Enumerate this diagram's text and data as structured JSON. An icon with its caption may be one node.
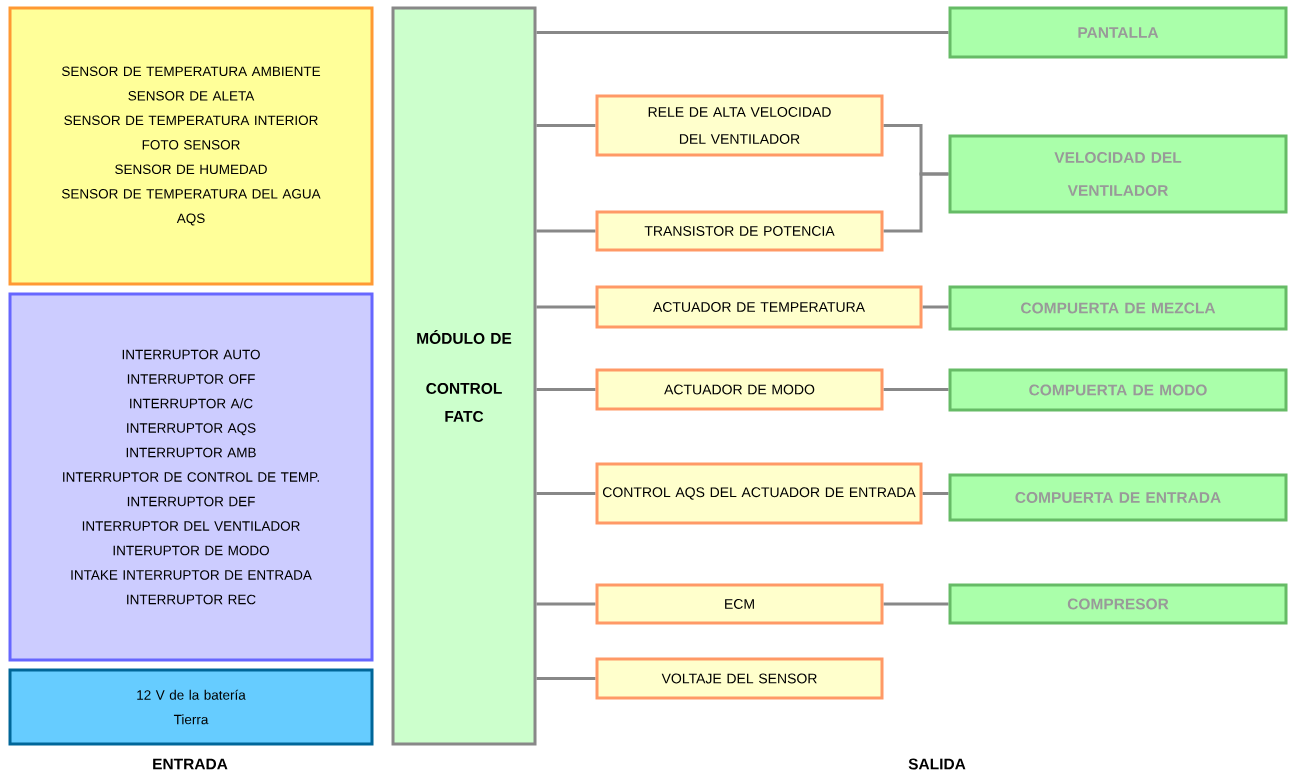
{
  "diagram": {
    "nodes": [
      {
        "text": [
          "SENSOR DE TEMPERATURA AMBIENTE",
          "SENSOR DE ALETA",
          "SENSOR DE TEMPERATURA INTERIOR",
          "FOTO SENSOR",
          "SENSOR DE HUMEDAD",
          "SENSOR DE TEMPERATURA DEL AGUA",
          "AQS"
        ]
      },
      {
        "text": [
          "INTERRUPTOR AUTO",
          "INTERRUPTOR OFF",
          "INTERRUPTOR A/C",
          "INTERRUPTOR AQS",
          "INTERRUPTOR AMB",
          "INTERRUPTOR DE CONTROL DE TEMP.",
          "INTERRUPTOR DEF",
          "INTERRUPTOR DEL VENTILADOR",
          "INTERUPTOR DE MODO",
          "INTAKE INTERRUPTOR DE ENTRADA",
          "INTERRUPTOR REC"
        ]
      },
      {
        "text": [
          "12 V de la batería",
          "Tierra"
        ]
      },
      {
        "text": [
          "MÓDULO DE",
          "CONTROL FATC"
        ]
      },
      {
        "text": [
          "RELE DE ALTA VELOCIDAD DEL VENTILADOR"
        ]
      },
      {
        "text": [
          "TRANSISTOR DE POTENCIA"
        ]
      },
      {
        "text": [
          "ACTUADOR DE TEMPERATURA"
        ]
      },
      {
        "text": [
          "ACTUADOR DE MODO"
        ]
      },
      {
        "text": [
          "CONTROL AQS DEL ACTUADOR DE ENTRADA"
        ]
      },
      {
        "text": [
          "ECM"
        ]
      },
      {
        "text": [
          "VOLTAJE DEL SENSOR"
        ]
      },
      {
        "text": [
          "PANTALLA"
        ]
      },
      {
        "text": [
          "VELOCIDAD DEL VENTILADOR"
        ]
      },
      {
        "text": [
          "COMPUERTA DE MEZCLA"
        ]
      },
      {
        "text": [
          "COMPUERTA DE MODO"
        ]
      },
      {
        "text": [
          "COMPUERTA DE ENTRADA"
        ]
      },
      {
        "text": [
          "COMPRESOR"
        ]
      }
    ],
    "edges": [
      {
        "from": 3,
        "to": 11,
        "arrow": "none"
      },
      {
        "from": 3,
        "to": 4,
        "arrow": "none"
      },
      {
        "from": 3,
        "to": 5,
        "arrow": "none"
      },
      {
        "from": 3,
        "to": 6,
        "arrow": "none"
      },
      {
        "from": 3,
        "to": 7,
        "arrow": "none"
      },
      {
        "from": 3,
        "to": 8,
        "arrow": "none"
      },
      {
        "from": 3,
        "to": 9,
        "arrow": "none"
      },
      {
        "from": 3,
        "to": 10,
        "arrow": "none"
      },
      {
        "from": 4,
        "to": 12,
        "arrow": "none"
      },
      {
        "from": 5,
        "to": 12,
        "arrow": "none"
      },
      {
        "from": 6,
        "to": 13,
        "arrow": "none"
      },
      {
        "from": 7,
        "to": 14,
        "arrow": "none"
      },
      {
        "from": 8,
        "to": 15,
        "arrow": "none"
      },
      {
        "from": 9,
        "to": 16,
        "arrow": "none"
      }
    ],
    "labels": [
      "ENTRADA",
      "SALIDA"
    ]
  }
}
